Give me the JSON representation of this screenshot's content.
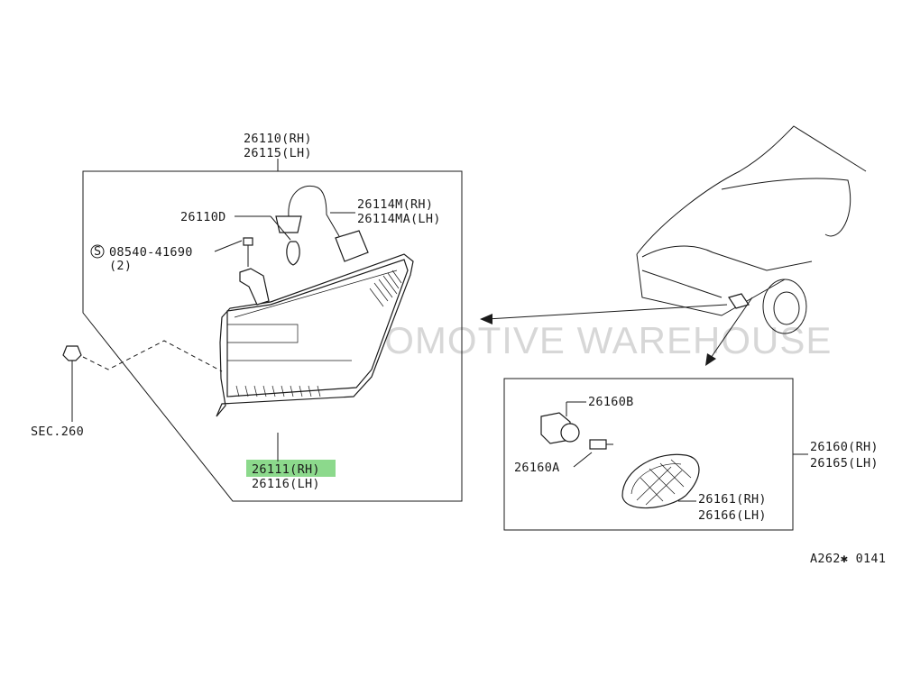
{
  "watermark": "AUTOMOTIVE WAREHOUSE",
  "diagram_code": "A262✱ 0141",
  "colors": {
    "highlight": "#8cd98c",
    "line": "#1a1a1a",
    "background": "#ffffff"
  },
  "highlighted_part": "26111(RH)",
  "main_assembly": {
    "labels": [
      "26110(RH)",
      "26115(LH)"
    ],
    "lens_labels": [
      "26111(RH)",
      "26116(LH)"
    ],
    "socket_labels": [
      "26114M(RH)",
      "26114MA(LH)"
    ],
    "bulb_label": "26110D",
    "screw_labels": [
      "08540-41690",
      "(2)"
    ],
    "screw_symbol": "S",
    "reference": "SEC.260"
  },
  "side_marker": {
    "labels": [
      "26160(RH)",
      "26165(LH)"
    ],
    "socket_label": "26160B",
    "bulb_label": "26160A",
    "lens_labels": [
      "26161(RH)",
      "26166(LH)"
    ]
  }
}
